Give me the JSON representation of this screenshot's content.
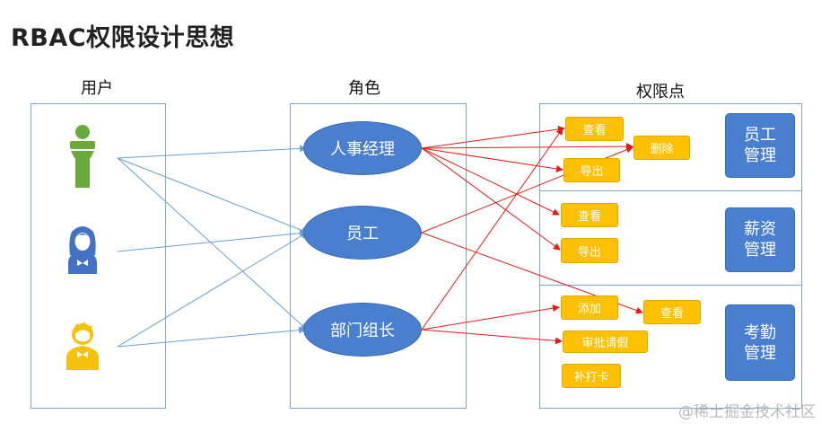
{
  "title": "RBAC权限设计思想",
  "columns": {
    "users": "用户",
    "roles": "角色",
    "permissions": "权限点"
  },
  "roles": [
    "人事经理",
    "员工",
    "部门组长"
  ],
  "groups": {
    "staff": [
      "员工",
      "管理"
    ],
    "salary": [
      "薪资",
      "管理"
    ],
    "attendance": [
      "考勤",
      "管理"
    ]
  },
  "permissions": {
    "staff_view": "查看",
    "staff_delete": "删除",
    "staff_export": "导出",
    "salary_view": "查看",
    "salary_export": "导出",
    "att_add": "添加",
    "att_view": "查看",
    "att_approve": "审批请假",
    "att_punch": "补打卡"
  },
  "watermark": "@稀土掘金技术社区",
  "colors": {
    "role_blue": "#4a7fcf",
    "perm_yellow": "#ffc000",
    "user_line": "#6a9fd0",
    "perm_line": "#e41a1a",
    "user_green": "#6aaa3a",
    "user_blue": "#4472c4",
    "user_yellow": "#f4c20d"
  },
  "icons": [
    "speaker-user-icon",
    "female-user-icon",
    "male-user-icon"
  ]
}
